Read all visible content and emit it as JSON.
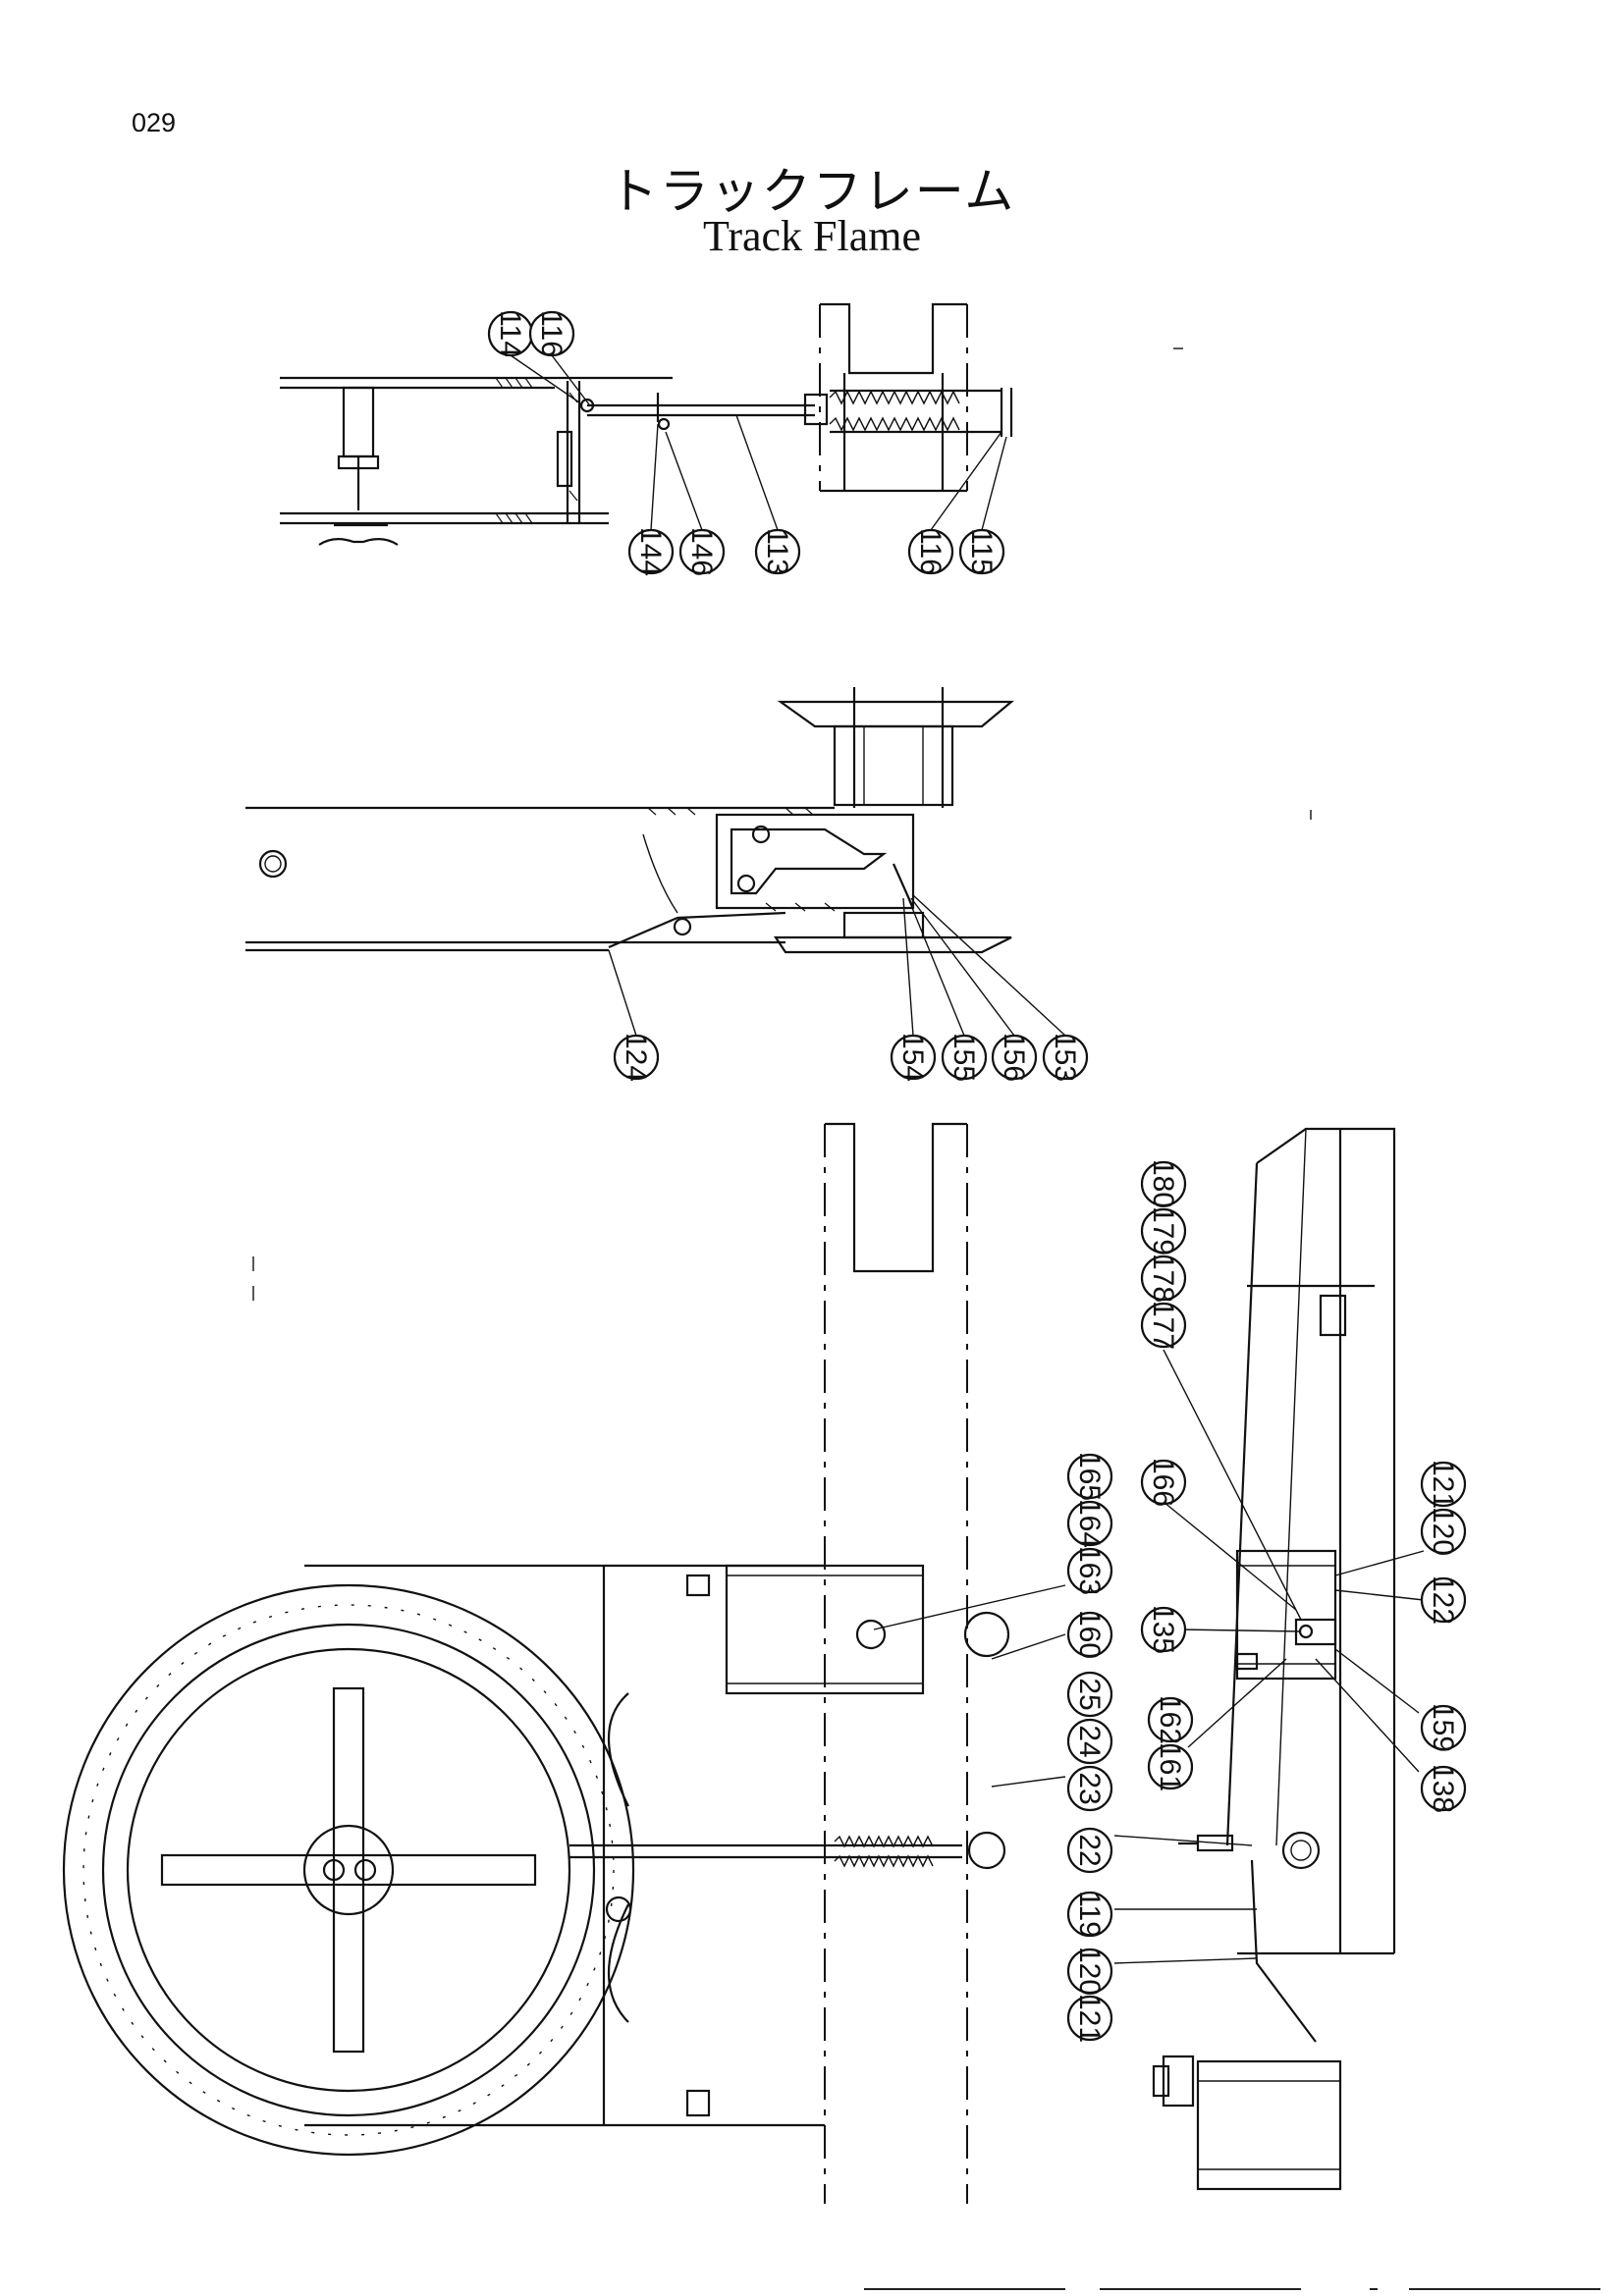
{
  "page_number": "029",
  "title_jp": "トラックフレーム",
  "title_en": "Track Flame",
  "views": {
    "top_detail": {
      "callouts": [
        "114",
        "116",
        "144",
        "146",
        "113",
        "116",
        "115"
      ]
    },
    "side_detail": {
      "callouts": [
        "124",
        "154",
        "155",
        "156",
        "153"
      ]
    },
    "plan_view": {
      "callouts": [
        "163",
        "164",
        "165",
        "160",
        "25",
        "24",
        "23",
        "22",
        "119",
        "120",
        "121"
      ]
    },
    "section_view": {
      "callouts": [
        "177",
        "178",
        "179",
        "180",
        "166",
        "120",
        "121",
        "122",
        "135",
        "161",
        "162",
        "159",
        "138"
      ]
    }
  }
}
